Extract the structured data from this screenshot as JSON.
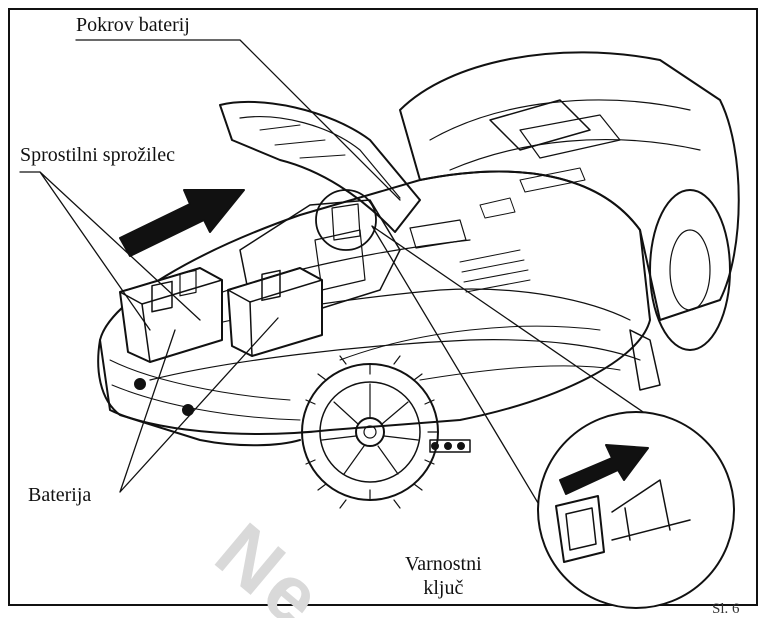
{
  "labels": {
    "battery_cover": "Pokrov baterij",
    "release_trigger": "Sprostilni sprožilec",
    "batteries": "Baterija",
    "safety_key_line1": "Varnostni",
    "safety_key_line2": "ključ",
    "figure_number": "Sl. 6"
  },
  "watermark": "Ne",
  "colors": {
    "line": "#111111",
    "background": "#ffffff"
  }
}
